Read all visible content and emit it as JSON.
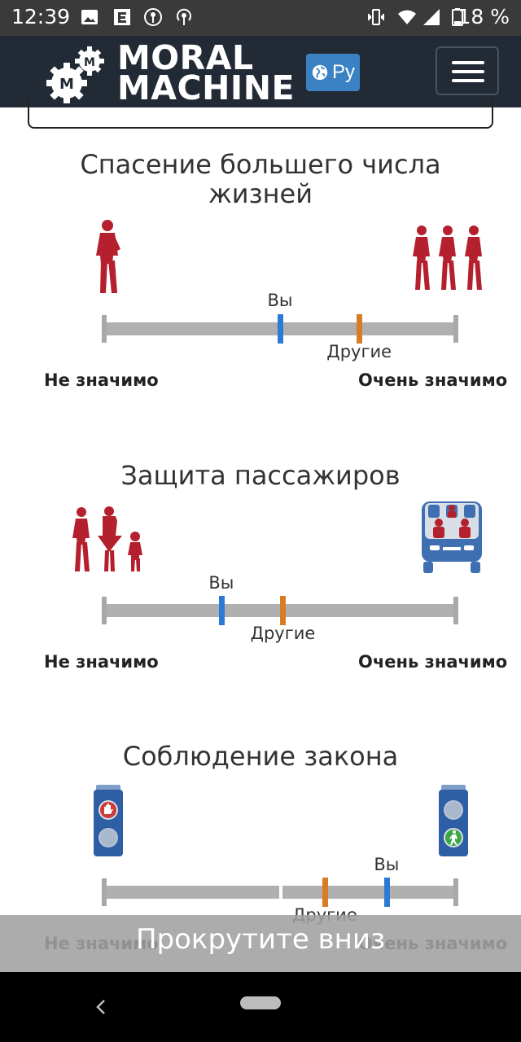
{
  "status_bar": {
    "time": "12:39",
    "battery": "18 %",
    "icons": [
      "image-icon",
      "e-app-icon",
      "vpn-icon",
      "podcast-icon",
      "vibrate-icon",
      "wifi-icon",
      "signal-icon",
      "battery-icon"
    ]
  },
  "header": {
    "logo_line1": "MORAL",
    "logo_line2": "MACHINE",
    "language_label": "Ру",
    "colors": {
      "header_bg": "#222a36",
      "lang_button": "#3b82c4"
    }
  },
  "legend": {
    "you": "Вы",
    "others": "Другие"
  },
  "scale": {
    "low": "Не значимо",
    "high": "Очень значимо"
  },
  "colors": {
    "you_marker": "#2b7bd6",
    "others_marker": "#d87c25",
    "figure": "#b5202e",
    "track": "#b0b0b0"
  },
  "sections": [
    {
      "title": "Спасение большего числа жизней",
      "left_icon": "single-person-icon",
      "right_icon": "group-of-people-icon",
      "you": 0.5,
      "others": 0.725
    },
    {
      "title": "Защита пассажиров",
      "left_icon": "pedestrians-family-icon",
      "right_icon": "car-passengers-icon",
      "you": 0.333,
      "others": 0.508
    },
    {
      "title": "Соблюдение закона",
      "left_icon": "red-stop-light-icon",
      "right_icon": "green-walk-light-icon",
      "you": 0.803,
      "others": 0.627
    }
  ],
  "scroll_hint": "Прокрутите вниз"
}
